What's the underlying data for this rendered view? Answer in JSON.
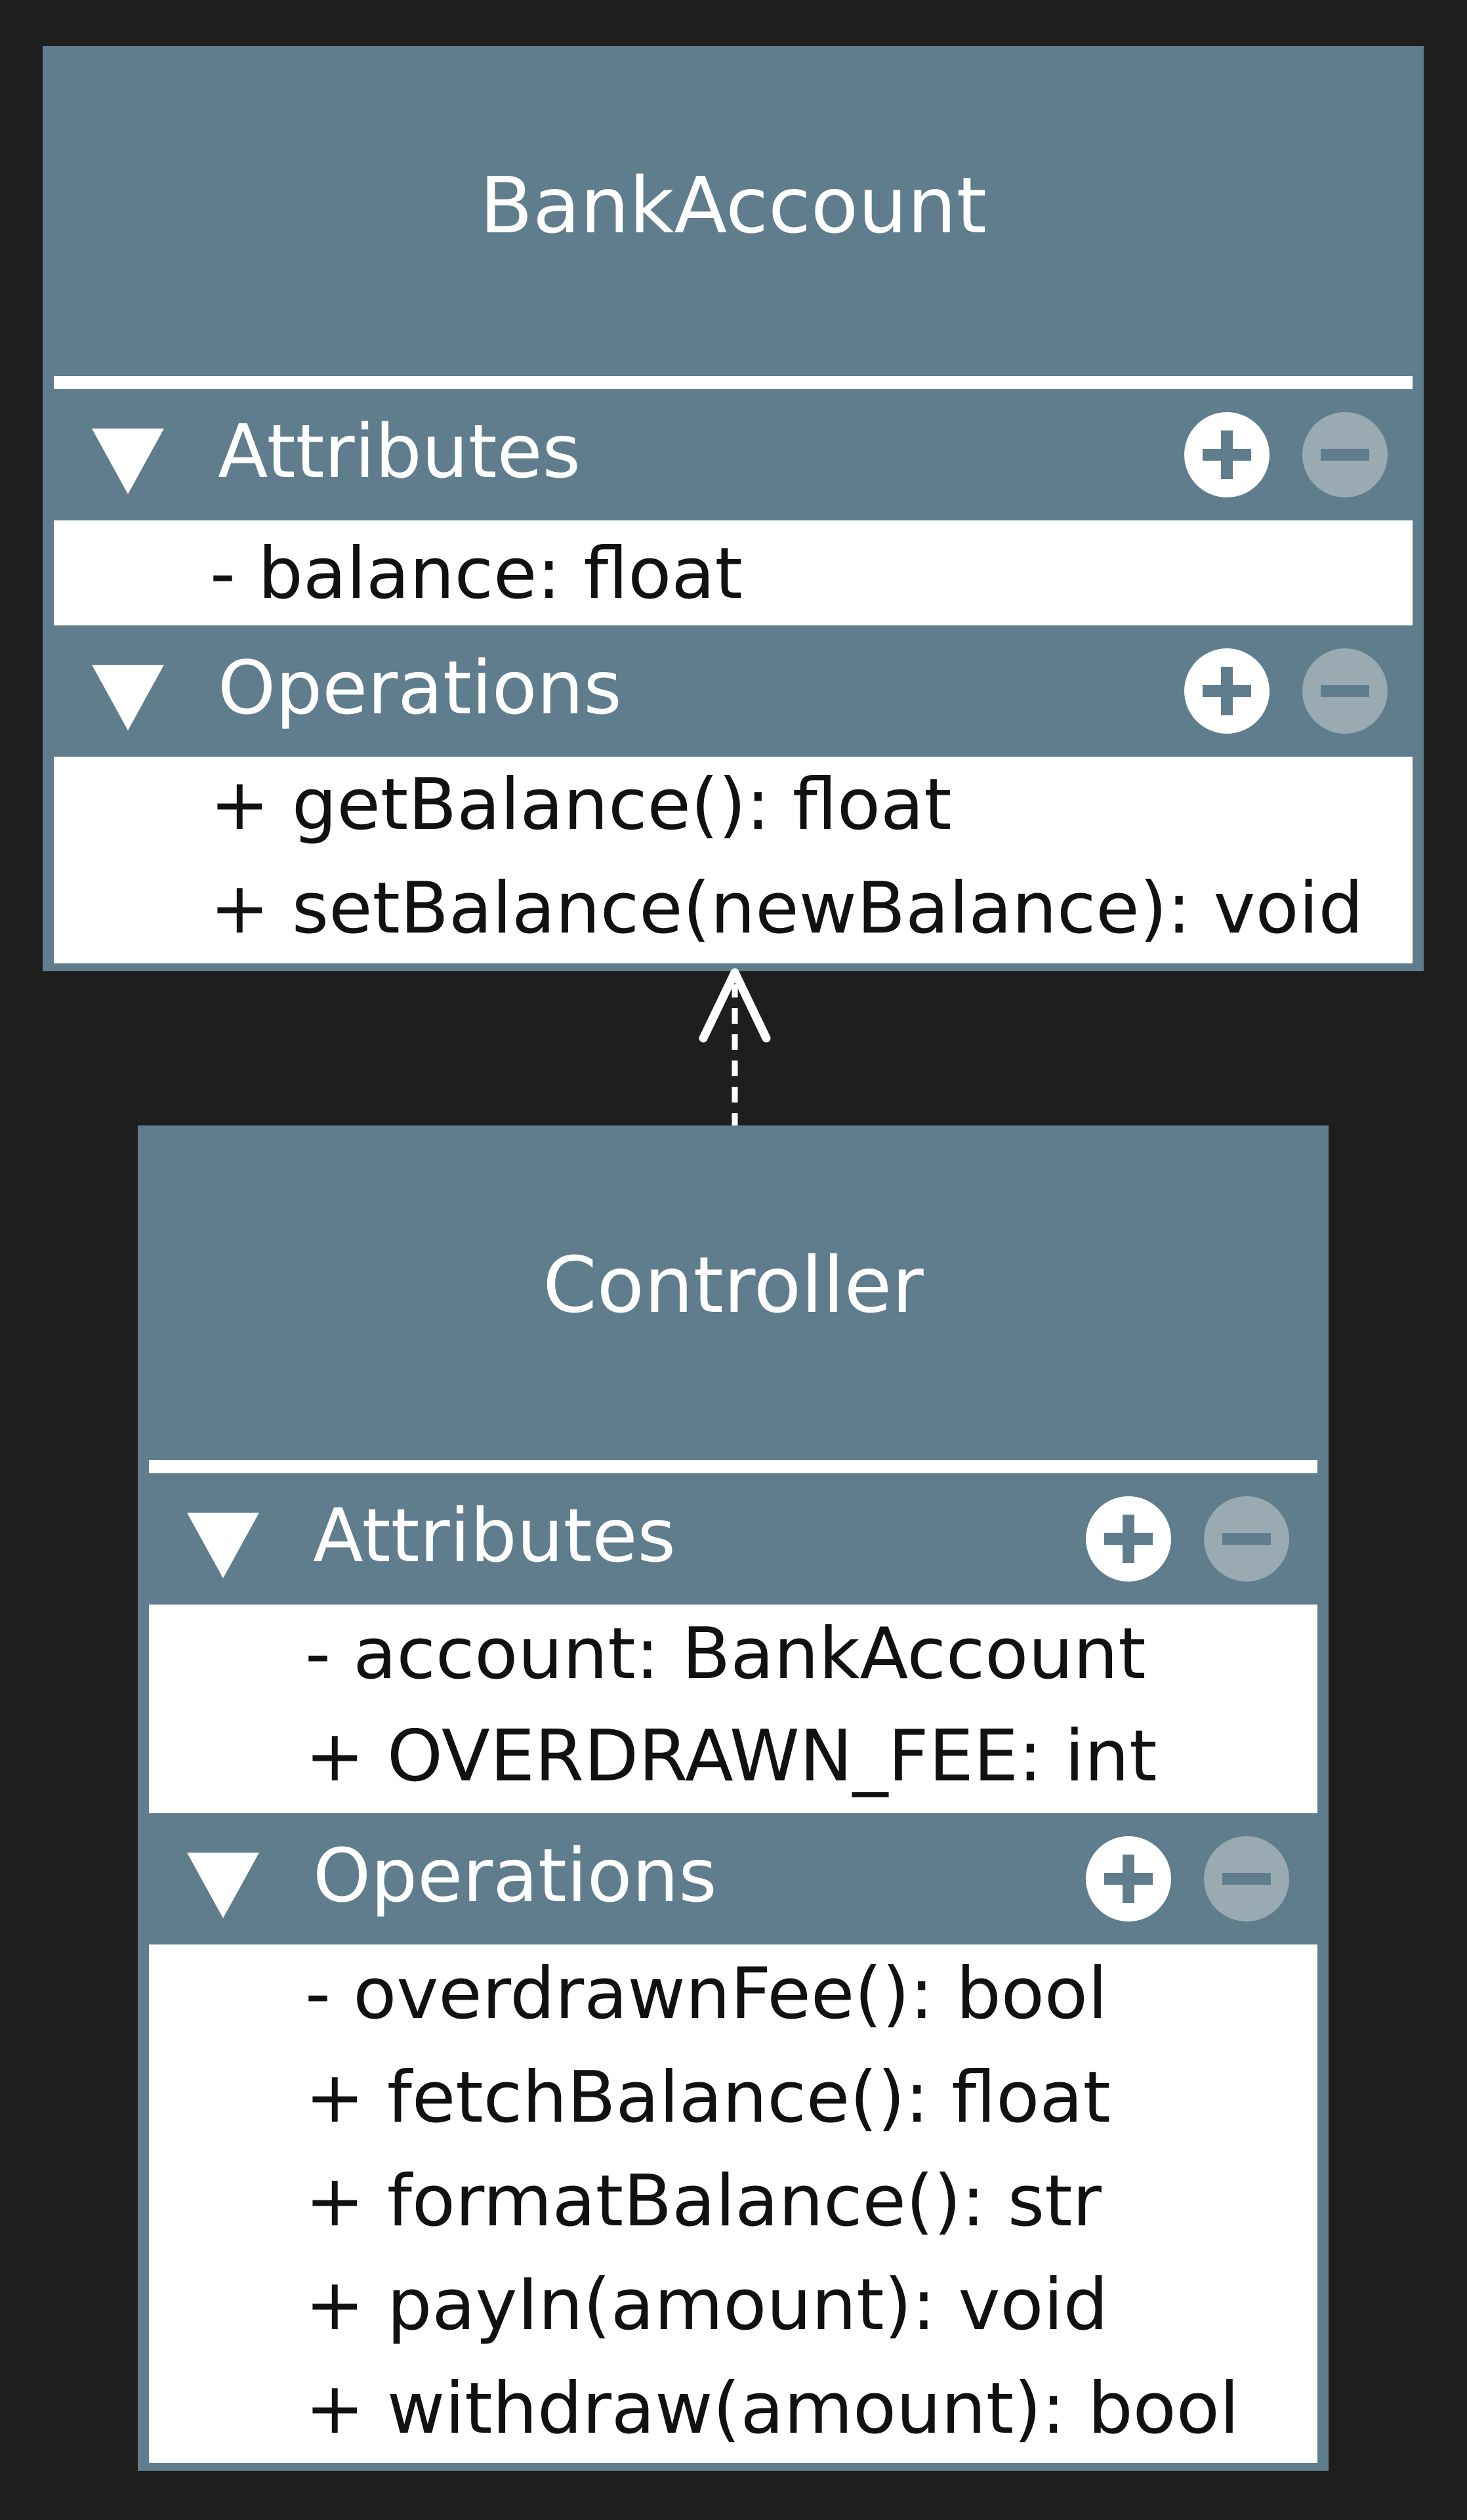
{
  "colors": {
    "background": "#1e1e1e",
    "class_fill": "#5f7d8c",
    "body_fill": "#ffffff",
    "text_dark": "#111111",
    "text_light": "#ffffff",
    "remove_button": "#9aaab2"
  },
  "icons": {
    "toggle": "triangle-down-icon",
    "add": "plus-circle-icon",
    "remove": "minus-circle-icon"
  },
  "classes": [
    {
      "name": "BankAccount",
      "attributes_label": "Attributes",
      "attributes": [
        "- balance: float"
      ],
      "operations_label": "Operations",
      "operations": [
        "+ getBalance(): float",
        "+ setBalance(newBalance): void"
      ]
    },
    {
      "name": "Controller",
      "attributes_label": "Attributes",
      "attributes": [
        "- account: BankAccount",
        "+ OVERDRAWN_FEE: int"
      ],
      "operations_label": "Operations",
      "operations": [
        "- overdrawnFee(): bool",
        "+ fetchBalance(): float",
        "+ formatBalance(): str",
        "+ payIn(amount): void",
        "+ withdraw(amount): bool"
      ]
    }
  ],
  "relationships": [
    {
      "type": "dependency",
      "from": "Controller",
      "to": "BankAccount",
      "line": "dashed",
      "arrowhead": "open"
    }
  ]
}
